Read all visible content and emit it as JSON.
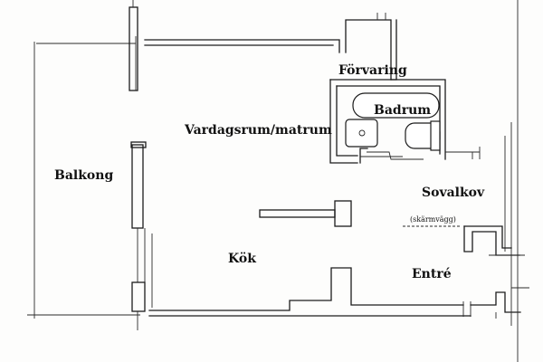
{
  "rooms": {
    "balcony": "Balkong",
    "living": "Vardagsrum/matrum",
    "storage": "Förvaring",
    "bathroom": "Badrum",
    "bedroom": "Sovalkov",
    "screen_wall": "(skärmvägg)",
    "kitchen": "Kök",
    "entrance": "Entré"
  },
  "colors": {
    "ink": "#1c1c1c",
    "paper": "#fdfdfc"
  }
}
